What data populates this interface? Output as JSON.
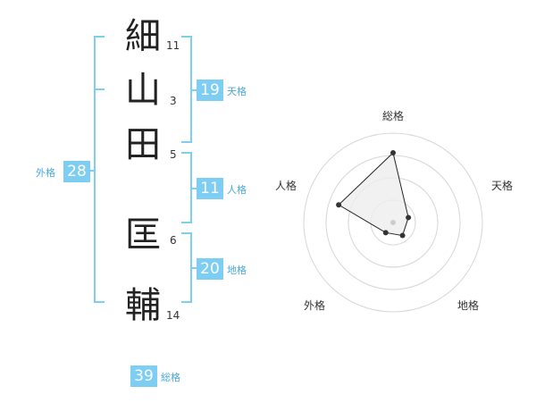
{
  "name_chars": [
    {
      "char": "細",
      "strokes": "11"
    },
    {
      "char": "山",
      "strokes": "3"
    },
    {
      "char": "田",
      "strokes": "5"
    },
    {
      "char": "匡",
      "strokes": "6"
    },
    {
      "char": "輔",
      "strokes": "14"
    }
  ],
  "scores": {
    "tenkaku": {
      "value": "19",
      "label": "天格"
    },
    "jinkaku": {
      "value": "11",
      "label": "人格"
    },
    "chikaku": {
      "value": "20",
      "label": "地格"
    },
    "gaikaku": {
      "value": "28",
      "label": "外格"
    },
    "soukaku": {
      "value": "39",
      "label": "総格"
    }
  },
  "colors": {
    "accent": "#7ecef4",
    "accent_text": "#4aa8dc",
    "radar_fill": "#eeeeee",
    "radar_line": "#222222"
  },
  "chart_data": {
    "type": "radar",
    "axes": [
      "総格",
      "天格",
      "地格",
      "外格",
      "人格"
    ],
    "values": [
      3.9,
      0.9,
      0.9,
      0.7,
      3.2
    ],
    "rmax": 5,
    "rings": 4,
    "grid": true
  }
}
